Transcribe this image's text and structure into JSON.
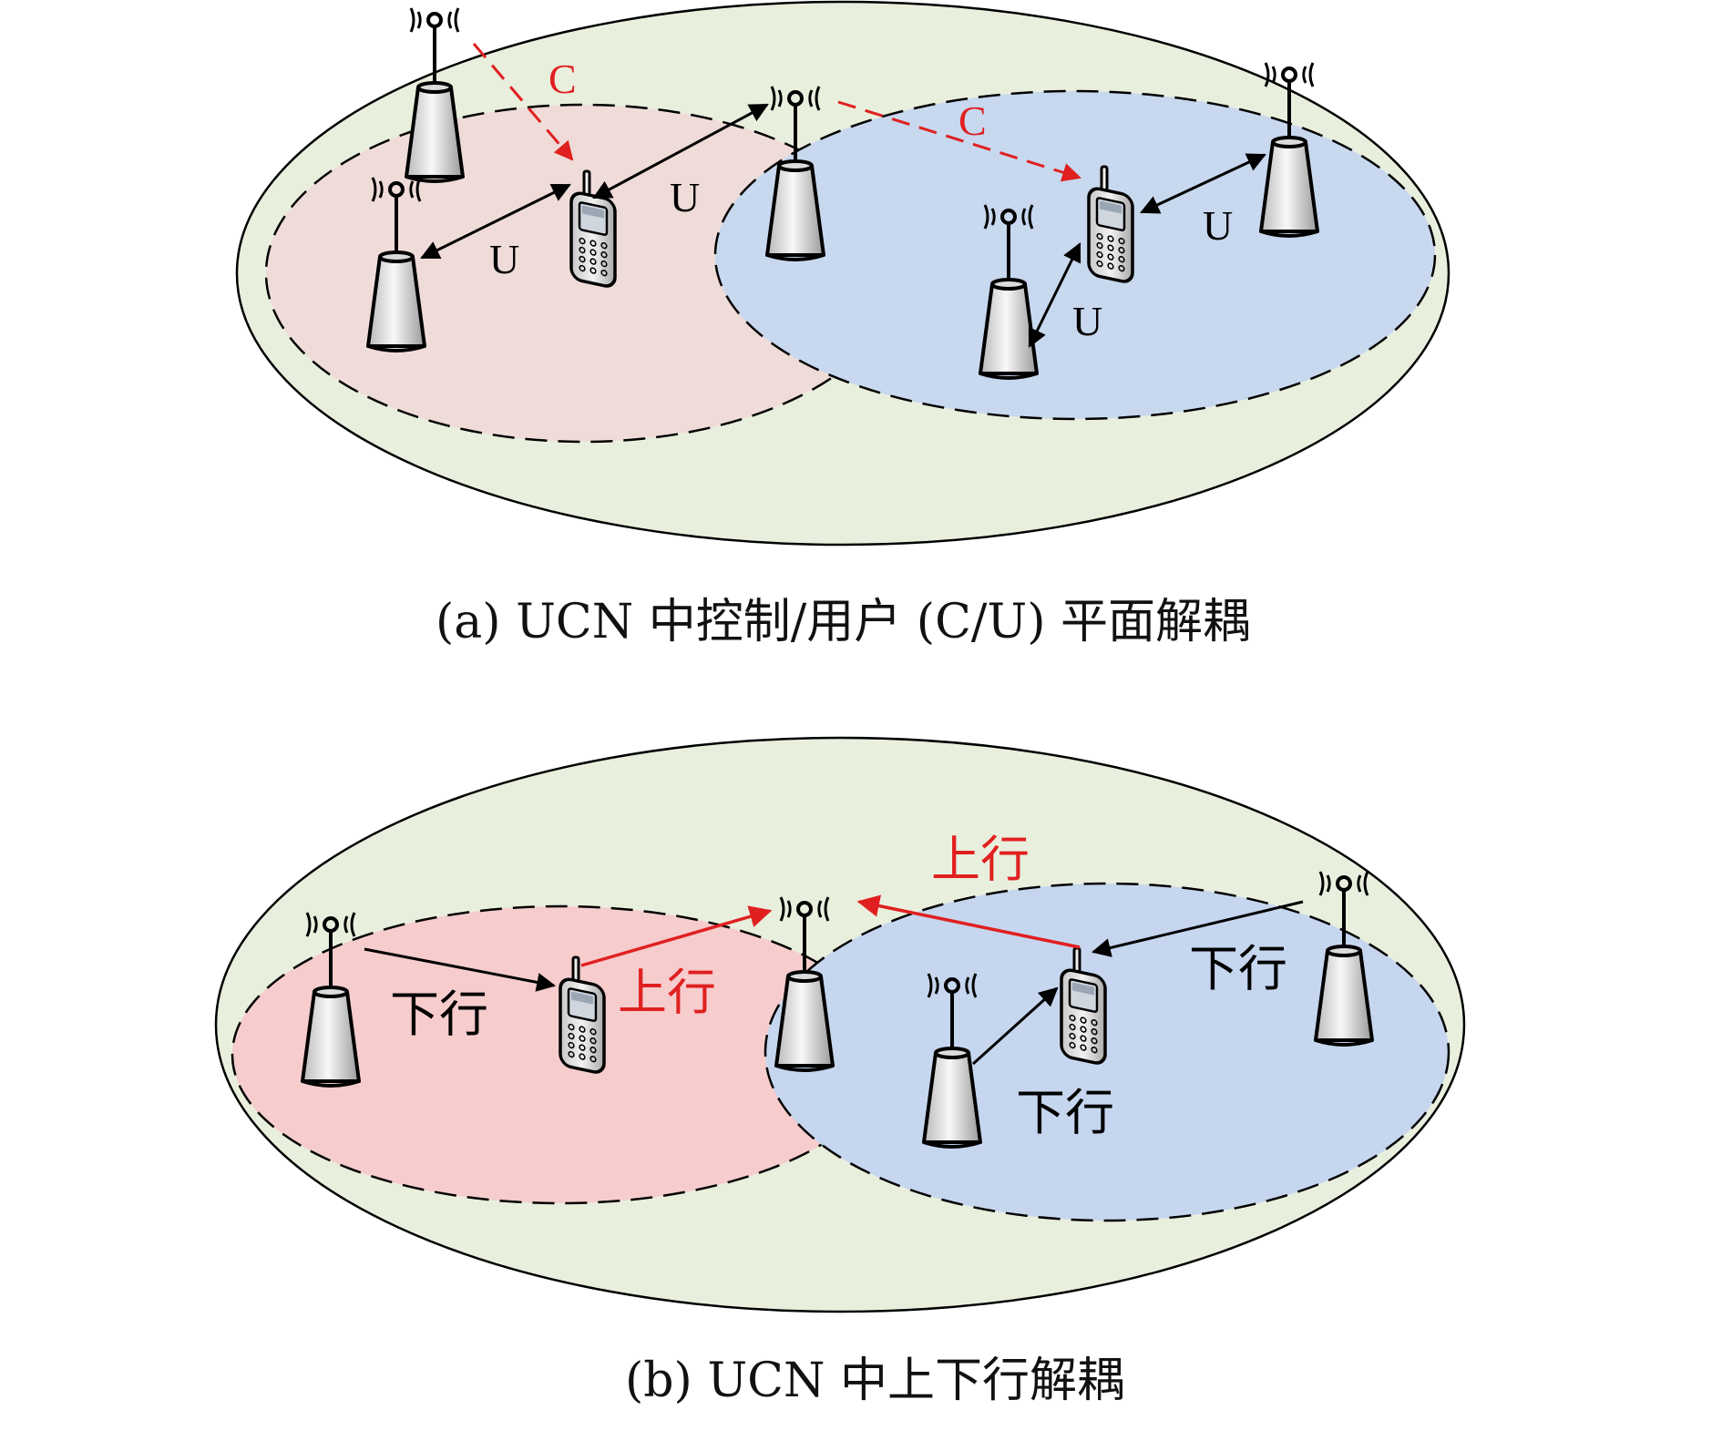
{
  "panel_a": {
    "caption": "(a) UCN 中控制/用户 (C/U) 平面解耦",
    "label_c1": "C",
    "label_c2": "C",
    "label_u1": "U",
    "label_u2": "U",
    "label_u3": "U",
    "label_u4": "U"
  },
  "panel_b": {
    "caption": "(b) UCN 中上下行解耦",
    "label_up1": "上行",
    "label_up2": "上行",
    "label_down1": "下行",
    "label_down2": "下行",
    "label_down3": "下行"
  },
  "colors": {
    "outer_fill": "#e9efdd",
    "cell_red_a": "#efdcd8",
    "cell_blue_a": "#c8d8ee",
    "cell_red_b": "#f6cccc",
    "cell_blue_b": "#c6d6ee",
    "control_link": "#e02020",
    "user_link": "#000000"
  }
}
